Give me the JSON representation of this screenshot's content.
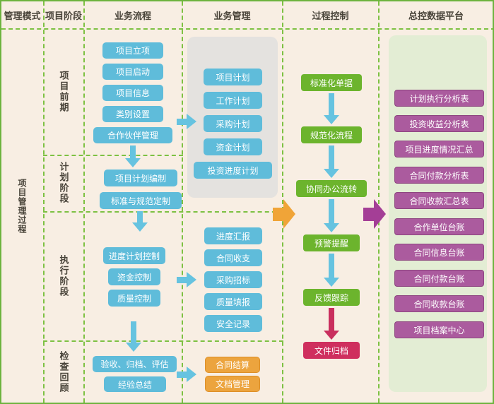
{
  "headers": {
    "col1": "管理模式",
    "col2": "项目阶段",
    "col3": "业务流程",
    "col4": "业务管理",
    "col5": "过程控制",
    "col6": "总控数据平台"
  },
  "left_label": "项目管理过程",
  "phases": {
    "p1": "项目前期",
    "p2": "计划阶段",
    "p3": "执行阶段",
    "p4": "检查回顾"
  },
  "flow": {
    "pre": [
      "项目立项",
      "项目启动",
      "项目信息",
      "类别设置",
      "合作伙伴管理"
    ],
    "plan": [
      "项目计划编制",
      "标准与规范定制"
    ],
    "exec": [
      "进度计划控制",
      "资金控制",
      "质量控制"
    ],
    "review": [
      "验收、归档、评估",
      "经验总结"
    ]
  },
  "mgmt": {
    "plans": [
      "项目计划",
      "工作计划",
      "采购计划",
      "资金计划",
      "投资进度计划"
    ],
    "ops": [
      "进度汇报",
      "合同收支",
      "采购招标",
      "质量填报",
      "安全记录"
    ],
    "close": [
      "合同结算",
      "文档管理"
    ]
  },
  "control": [
    "标准化单据",
    "规范化流程",
    "协同办公流转",
    "预警提醒",
    "反馈跟踪",
    "文件归档"
  ],
  "platform": [
    "计划执行分析表",
    "投资收益分析表",
    "项目进度情况汇总",
    "合同付款分析表",
    "合同收款汇总表",
    "合作单位台账",
    "合同信息台账",
    "合同付款台账",
    "合同收款台账",
    "项目档案中心"
  ],
  "colors": {
    "background": "#f8eee3",
    "solid_border_green": "#6db33f",
    "dashed_line_green": "#7dc142",
    "blue_node": "#5fbcda",
    "green_node": "#6cb42d",
    "red_node": "#cf2f5e",
    "orange_node": "#eca43e",
    "magenta_node": "#ab5b9e",
    "blue_arrow": "#66c3e0",
    "red_arrow": "#c92f5e",
    "orange_big_arrow": "#f0a438",
    "magenta_big_arrow": "#a43e96",
    "gray_panel": "#e4e2df",
    "green_panel": "#e3edd4"
  }
}
